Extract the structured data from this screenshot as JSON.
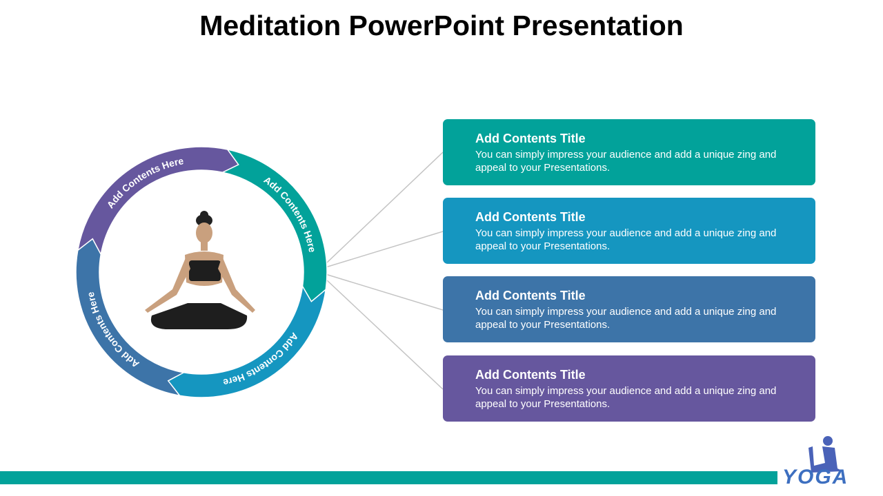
{
  "title": "Meditation PowerPoint Presentation",
  "ring": {
    "segments": [
      {
        "label": "Add Contents Here",
        "color": "#66579E"
      },
      {
        "label": "Add Contents Here",
        "color": "#02A29A"
      },
      {
        "label": "Add Contents Here",
        "color": "#1596C0"
      },
      {
        "label": "Add Contents Here",
        "color": "#3D74A8"
      }
    ]
  },
  "cards": [
    {
      "title": "Add Contents Title",
      "body": "You can simply impress your audience and add a unique zing and appeal to your Presentations.",
      "color": "#02A29A"
    },
    {
      "title": "Add Contents Title",
      "body": "You can simply impress your audience and add a unique zing and appeal to your Presentations.",
      "color": "#1596C0"
    },
    {
      "title": "Add Contents Title",
      "body": "You can simply impress your audience and add a unique zing and appeal to your Presentations.",
      "color": "#3D74A8"
    },
    {
      "title": "Add Contents Title",
      "body": "You can simply impress your audience and add a unique zing and appeal to your Presentations.",
      "color": "#66579E"
    }
  ],
  "logo": {
    "text": "YOGA"
  }
}
